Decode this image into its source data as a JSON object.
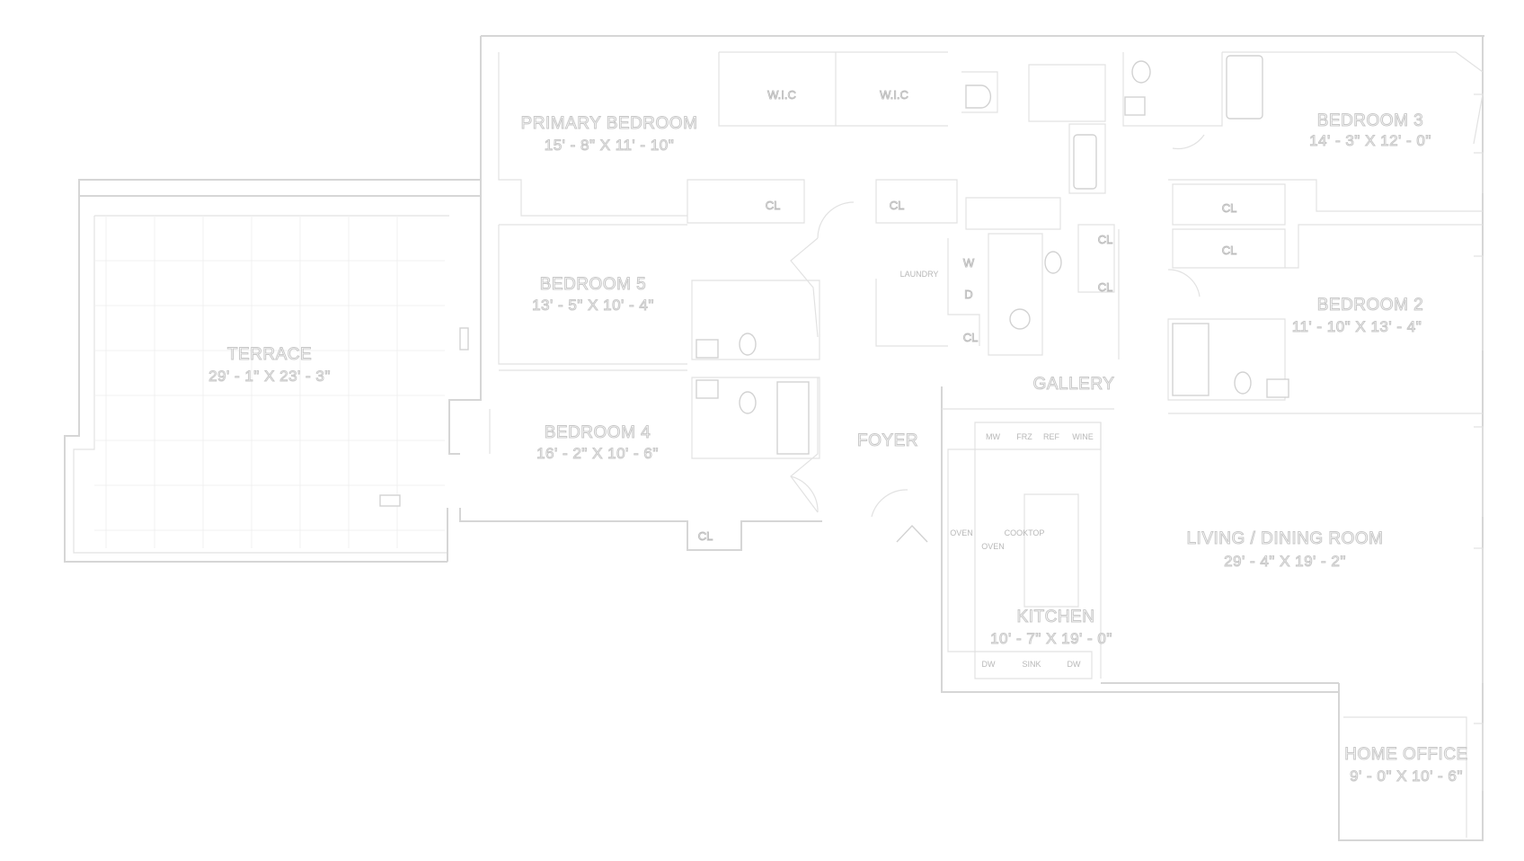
{
  "rooms": {
    "primary_bedroom": {
      "name": "PRIMARY BEDROOM",
      "dim": "15' - 8\" X 11' - 10\""
    },
    "bedroom_3": {
      "name": "BEDROOM 3",
      "dim": "14' - 3\" X 12' - 0\""
    },
    "bedroom_5": {
      "name": "BEDROOM 5",
      "dim": "13' - 5\" X 10' - 4\""
    },
    "bedroom_2": {
      "name": "BEDROOM 2",
      "dim": "11' - 10\" X 13' - 4\""
    },
    "terrace": {
      "name": "TERRACE",
      "dim": "29' - 1\" X 23' - 3\""
    },
    "bedroom_4": {
      "name": "BEDROOM 4",
      "dim": "16' - 2\" X 10' - 6\""
    },
    "foyer": {
      "name": "FOYER"
    },
    "gallery": {
      "name": "GALLERY"
    },
    "living_dining": {
      "name": "LIVING / DINING ROOM",
      "dim": "29' - 4\" X 19' - 2\""
    },
    "kitchen": {
      "name": "KITCHEN",
      "dim": "10' - 7\" X 19' - 0\""
    },
    "home_office": {
      "name": "HOME OFFICE",
      "dim": "9' - 0\" X 10' - 6\""
    }
  },
  "labels": {
    "wic": "W.I.C",
    "cl": "CL",
    "laundry": "LAUNDRY",
    "washer": "W",
    "dryer": "D",
    "mw": "MW",
    "ref": "REF",
    "frz": "FRZ",
    "wine": "WINE",
    "oven": "OVEN",
    "cooktop": "COOKTOP",
    "dw": "DW",
    "sink": "SINK"
  }
}
